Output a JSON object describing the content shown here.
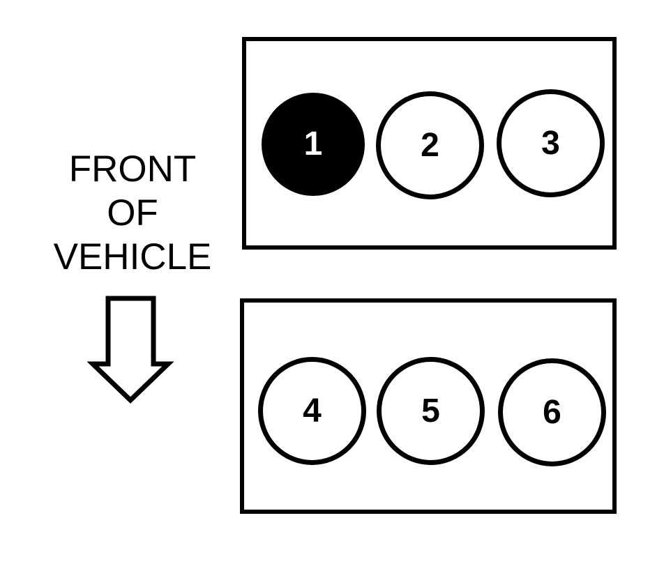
{
  "diagram": {
    "front_label": {
      "lines": [
        "FRONT",
        "OF",
        "VEHICLE"
      ]
    },
    "arrow": {
      "icon": "arrow-down-outline-icon",
      "direction": "down"
    },
    "banks": [
      {
        "id": "top-bank",
        "cylinders": [
          {
            "number": "1",
            "filled": true
          },
          {
            "number": "2",
            "filled": false
          },
          {
            "number": "3",
            "filled": false
          }
        ]
      },
      {
        "id": "bottom-bank",
        "cylinders": [
          {
            "number": "4",
            "filled": false
          },
          {
            "number": "5",
            "filled": false
          },
          {
            "number": "6",
            "filled": false
          }
        ]
      }
    ],
    "colors": {
      "ink": "#000000",
      "background": "#ffffff",
      "cylinder_1_fill": "#000000",
      "cylinder_1_text": "#ffffff"
    }
  }
}
